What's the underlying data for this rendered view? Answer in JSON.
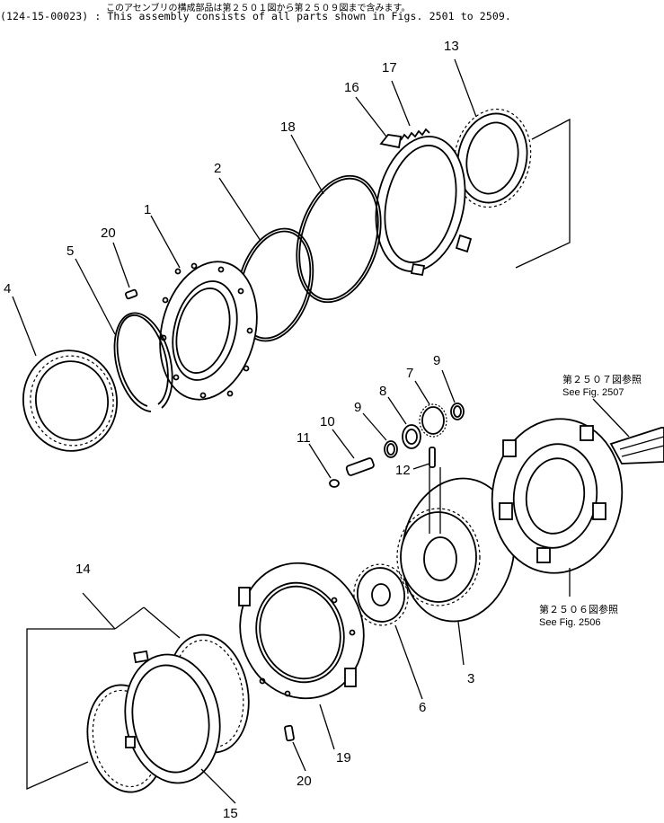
{
  "header": {
    "japanese_note": "このアセンブリの構成部品は第２５０１図から第２５０９図まで含みます。",
    "english_note": "(124-15-00023) : This assembly consists of all parts shown in Figs. 2501 to 2509."
  },
  "callouts": [
    "1",
    "2",
    "3",
    "4",
    "5",
    "6",
    "7",
    "8",
    "9",
    "9",
    "10",
    "11",
    "12",
    "13",
    "14",
    "15",
    "16",
    "17",
    "18",
    "19",
    "20",
    "20"
  ],
  "references": {
    "fig2507_jp": "第２５０７図参照",
    "fig2507_en": "See Fig. 2507",
    "fig2506_jp": "第２５０６図参照",
    "fig2506_en": "See Fig. 2506"
  },
  "colors": {
    "ink": "#000000",
    "paper": "#ffffff"
  }
}
